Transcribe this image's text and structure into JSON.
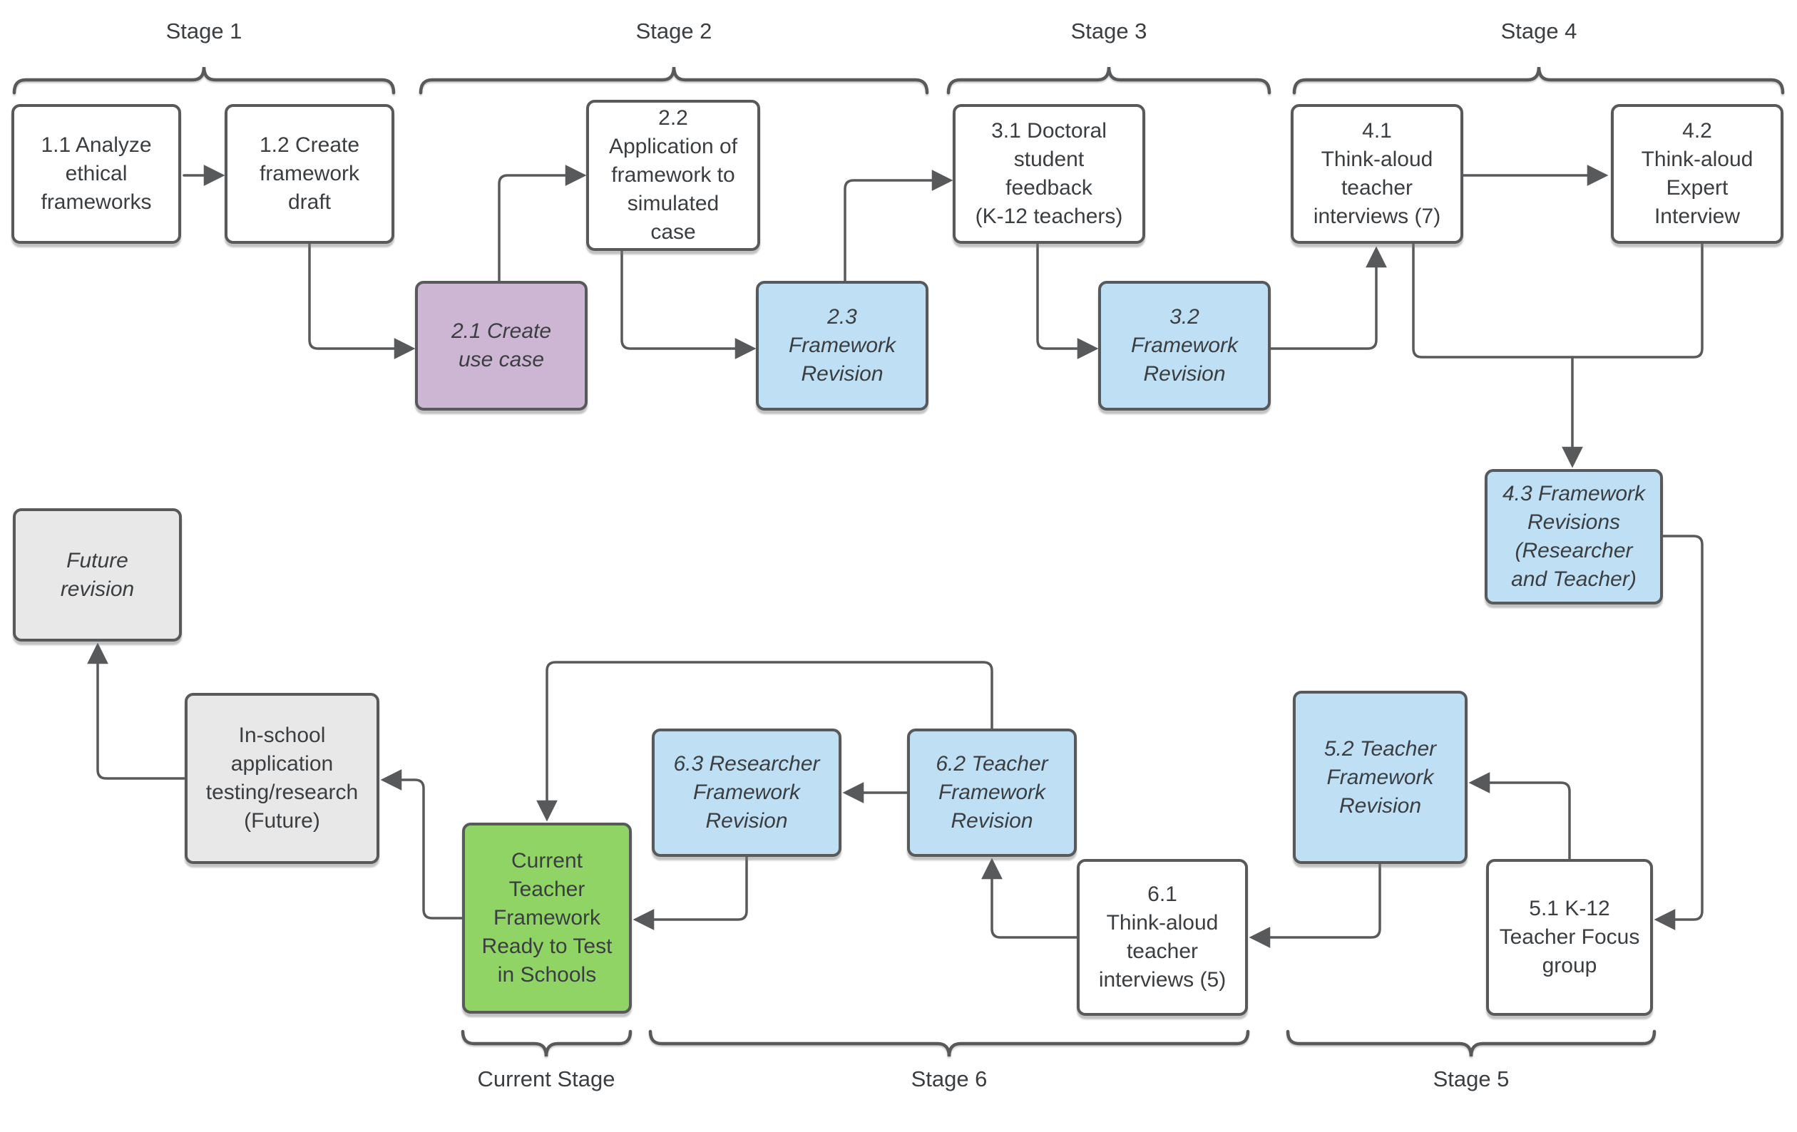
{
  "diagram": {
    "stage_labels": {
      "stage1": "Stage 1",
      "stage2": "Stage 2",
      "stage3": "Stage 3",
      "stage4": "Stage 4",
      "stage5": "Stage 5",
      "stage6": "Stage 6",
      "current_stage": "Current Stage"
    },
    "nodes": {
      "n11": {
        "label": "1.1 Analyze\nethical\nframeworks"
      },
      "n12": {
        "label": "1.2 Create\nframework\ndraft"
      },
      "n21": {
        "label": "2.1 Create\nuse case"
      },
      "n22": {
        "label": "2.2\nApplication of\nframework to\nsimulated\ncase"
      },
      "n23": {
        "label": "2.3\nFramework\nRevision"
      },
      "n31": {
        "label": "3.1 Doctoral\nstudent\nfeedback\n(K-12 teachers)"
      },
      "n32": {
        "label": "3.2\nFramework\nRevision"
      },
      "n41": {
        "label": "4.1\nThink-aloud\nteacher\ninterviews (7)"
      },
      "n42": {
        "label": "4.2\nThink-aloud\nExpert\nInterview"
      },
      "n43": {
        "label": "4.3 Framework\nRevisions\n(Researcher\nand Teacher)"
      },
      "n51": {
        "label": "5.1 K-12\nTeacher Focus\ngroup"
      },
      "n52": {
        "label": "5.2 Teacher\nFramework\nRevision"
      },
      "n61": {
        "label": "6.1\nThink-aloud\nteacher\ninterviews (5)"
      },
      "n62": {
        "label": "6.2 Teacher\nFramework\nRevision"
      },
      "n63": {
        "label": "6.3 Researcher\nFramework\nRevision"
      },
      "current": {
        "label": "Current\nTeacher\nFramework\nReady to Test\nin Schools"
      },
      "future": {
        "label": "Future\nrevision"
      },
      "inschool": {
        "label": "In-school\napplication\ntesting/research\n(Future)"
      }
    },
    "colors": {
      "white_box": "#ffffff",
      "revision_blue": "#bfe0f4",
      "use_case_purple": "#cdb6d4",
      "current_green": "#90d466",
      "future_gray": "#e8e8e8",
      "box_border": "#58595b",
      "line": "#58595b",
      "text": "#3b3e41"
    },
    "edges": [
      {
        "from": "1.1",
        "to": "1.2"
      },
      {
        "from": "1.2",
        "to": "2.1"
      },
      {
        "from": "2.1",
        "to": "2.2"
      },
      {
        "from": "2.2",
        "to": "2.3"
      },
      {
        "from": "2.3",
        "to": "3.1"
      },
      {
        "from": "3.1",
        "to": "3.2"
      },
      {
        "from": "3.2",
        "to": "4.1"
      },
      {
        "from": "4.1",
        "to": "4.2"
      },
      {
        "from": "4.1 and 4.2",
        "to": "4.3"
      },
      {
        "from": "4.3",
        "to": "5.1"
      },
      {
        "from": "5.1",
        "to": "5.2"
      },
      {
        "from": "5.2",
        "to": "6.1"
      },
      {
        "from": "6.1",
        "to": "6.2"
      },
      {
        "from": "6.2",
        "to": "6.3"
      },
      {
        "from": "6.2",
        "to": "Current Teacher Framework"
      },
      {
        "from": "6.3",
        "to": "Current Teacher Framework"
      },
      {
        "from": "Current Teacher Framework",
        "to": "In-school application testing/research"
      },
      {
        "from": "In-school application testing/research",
        "to": "Future revision"
      }
    ]
  }
}
